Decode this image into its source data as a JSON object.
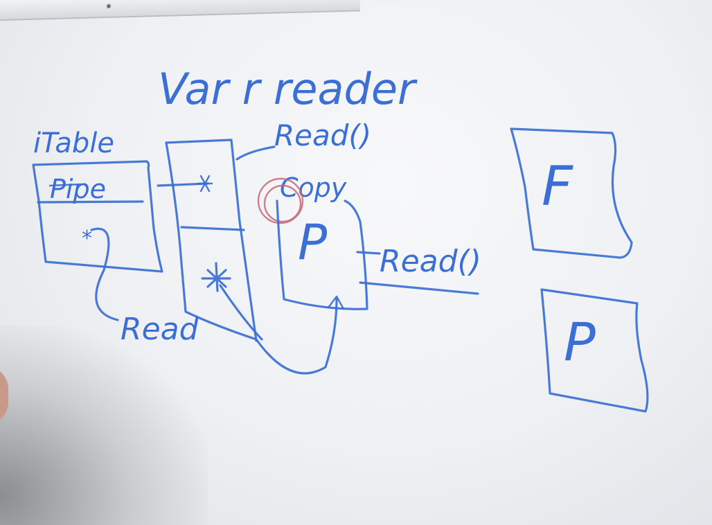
{
  "board": {
    "title": "Var r reader",
    "itable_label": "iTable",
    "itable_entry": "Pipe",
    "itable_star": "*",
    "method_top": "Read()",
    "copy_label": "Copy",
    "inner_letter": "P",
    "method_right": "Read()",
    "method_bottom": "Read",
    "box_f_letter": "F",
    "box_p_letter": "P"
  },
  "colors": {
    "marker_blue": "#3b6fd4",
    "marker_red": "#c46a78",
    "board": "#eef0f3"
  }
}
